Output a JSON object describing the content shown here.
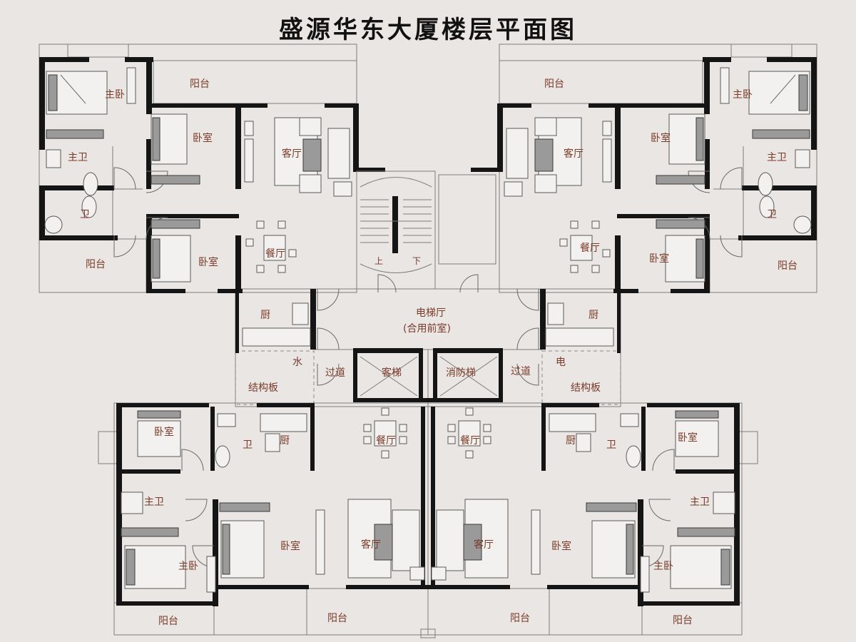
{
  "title": "盛源华东大厦楼层平面图",
  "colors": {
    "background": "#e9e6e4",
    "wall": "#151515",
    "label": "#7a3a28"
  },
  "rooms": {
    "nw_master_bed": "主卧",
    "nw_balcony_top": "阳台",
    "nw_bedroom1": "卧室",
    "nw_living": "客厅",
    "nw_master_bath": "主卫",
    "nw_bath": "卫",
    "nw_balcony_bottom": "阳台",
    "nw_bedroom2": "卧室",
    "nw_dining": "餐厅",
    "nw_kitchen": "厨",
    "ne_balcony_top": "阳台",
    "ne_master_bed": "主卧",
    "ne_living": "客厅",
    "ne_bedroom1": "卧室",
    "ne_master_bath": "主卫",
    "ne_bath": "卫",
    "ne_dining": "餐厅",
    "ne_bedroom2": "卧室",
    "ne_balcony_bottom": "阳台",
    "ne_kitchen": "厨",
    "stair_up": "上",
    "stair_down": "下",
    "lobby": "电梯厅",
    "lobby_sub": "(合用前室)",
    "water": "水",
    "electric": "电",
    "passage_left": "过道",
    "passage_right": "过道",
    "elevator_passenger": "客梯",
    "elevator_fire": "消防梯",
    "slab_left": "结构板",
    "slab_right": "结构板",
    "sw_bedroom1": "卧室",
    "sw_bath": "卫",
    "sw_kitchen": "厨",
    "sw_dining": "餐厅",
    "sw_master_bath": "主卫",
    "sw_bedroom2": "卧室",
    "sw_master_bed": "主卧",
    "sw_living": "客厅",
    "sw_balcony_left": "阳台",
    "sw_balcony_right": "阳台",
    "se_dining": "餐厅",
    "se_kitchen": "厨",
    "se_bath": "卫",
    "se_bedroom1": "卧室",
    "se_master_bath": "主卫",
    "se_living": "客厅",
    "se_bedroom2": "卧室",
    "se_master_bed": "主卧",
    "se_balcony_left": "阳台",
    "se_balcony_right": "阳台"
  }
}
